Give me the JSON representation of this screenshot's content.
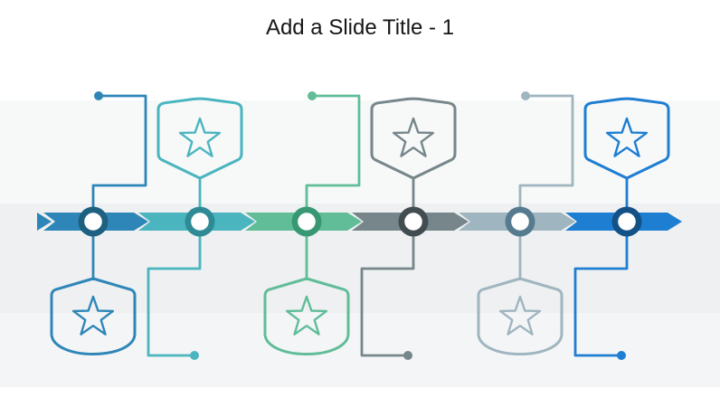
{
  "slide": {
    "title": "Add a Slide Title - 1"
  },
  "timeline": {
    "description": "six-stage chevron timeline with star milestone badges",
    "items": [
      {
        "id": 1,
        "variant": "badge-below",
        "color": "#2E86B8",
        "ring_color": "#1E6080",
        "icon": "star"
      },
      {
        "id": 2,
        "variant": "badge-above",
        "color": "#4AB5BF",
        "ring_color": "#2E8B95",
        "icon": "star"
      },
      {
        "id": 3,
        "variant": "badge-below",
        "color": "#60BD98",
        "ring_color": "#379873",
        "icon": "star"
      },
      {
        "id": 4,
        "variant": "badge-above",
        "color": "#76868A",
        "ring_color": "#424D51",
        "icon": "star"
      },
      {
        "id": 5,
        "variant": "badge-below",
        "color": "#9FB5BF",
        "ring_color": "#567B8E",
        "icon": "star"
      },
      {
        "id": 6,
        "variant": "badge-above",
        "color": "#1E7ED2",
        "ring_color": "#135187",
        "icon": "star"
      }
    ]
  }
}
